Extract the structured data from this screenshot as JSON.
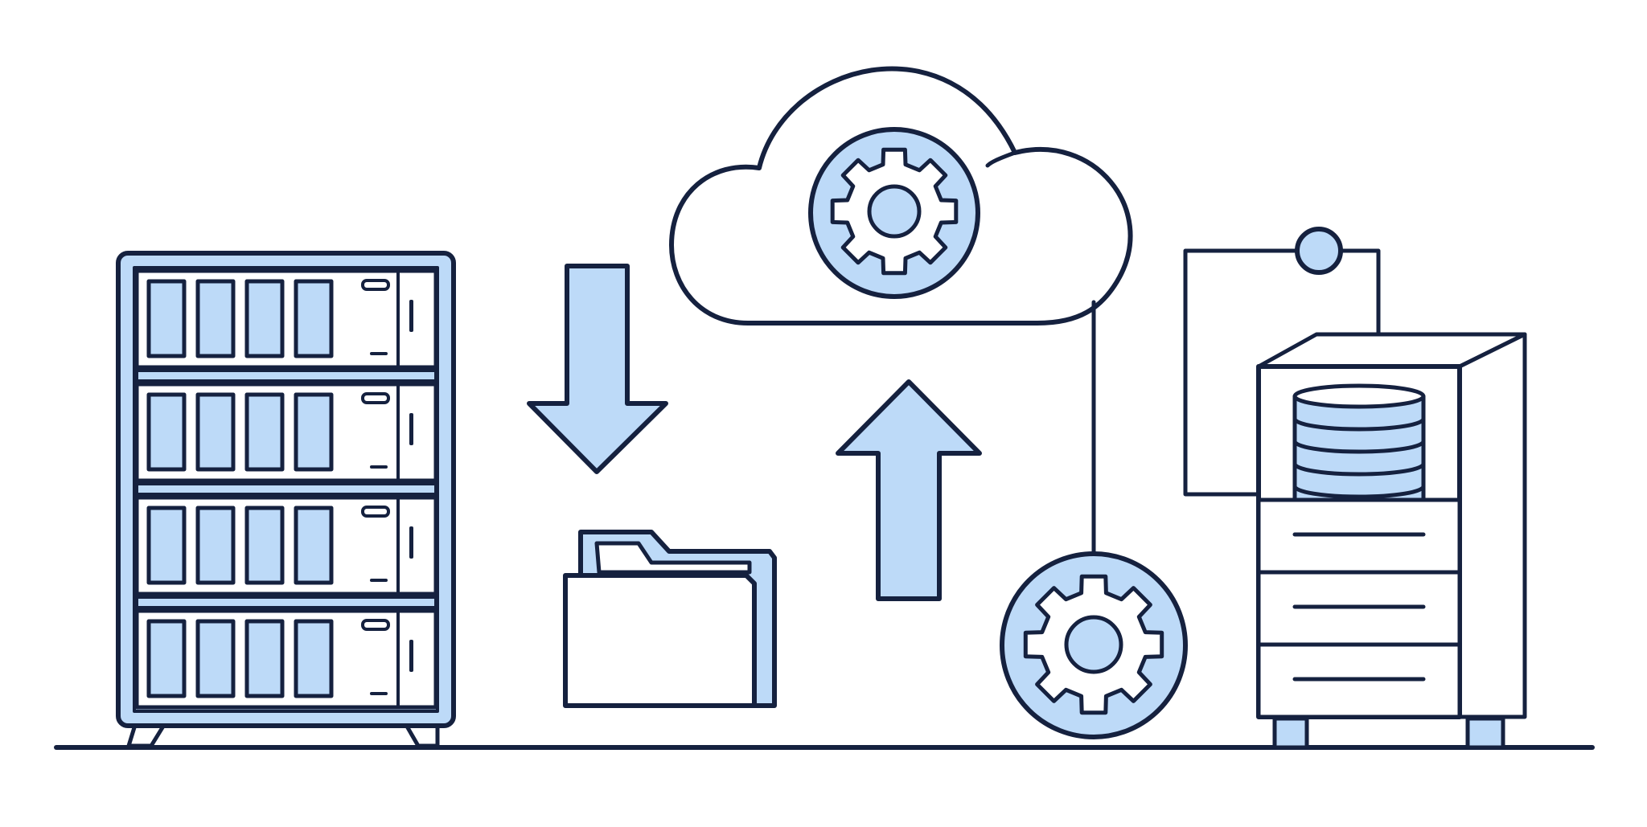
{
  "illustration": {
    "elements": [
      "server-rack",
      "download-arrow",
      "folder",
      "cloud",
      "cloud-gear",
      "upload-arrow",
      "process-gear",
      "network-node",
      "database-cabinet"
    ]
  },
  "server_rack": {
    "units": 4,
    "drive_bays_per_unit": 4
  },
  "database_cabinet": {
    "disk_platters": 5,
    "drawers": 3
  },
  "colors": {
    "stroke": "#15213F",
    "fill_accent": "#BDDAF8",
    "background": "#FFFFFF"
  }
}
